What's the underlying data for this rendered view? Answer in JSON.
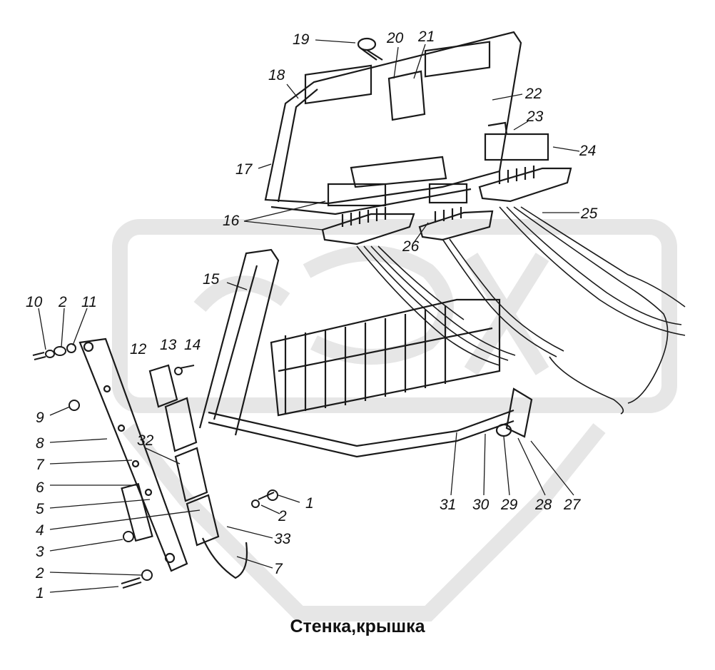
{
  "diagram": {
    "caption": "Стенка,крышка",
    "watermark_color": "#e6e6e6",
    "line_color": "#1a1a1a",
    "callouts": [
      "19",
      "20",
      "21",
      "18",
      "22",
      "23",
      "24",
      "17",
      "16",
      "25",
      "26",
      "15",
      "10",
      "2",
      "11",
      "12",
      "13",
      "14",
      "9",
      "8",
      "32",
      "7",
      "6",
      "5",
      "4",
      "3",
      "2",
      "1",
      "1",
      "2",
      "33",
      "7",
      "31",
      "30",
      "29",
      "28",
      "27"
    ]
  }
}
